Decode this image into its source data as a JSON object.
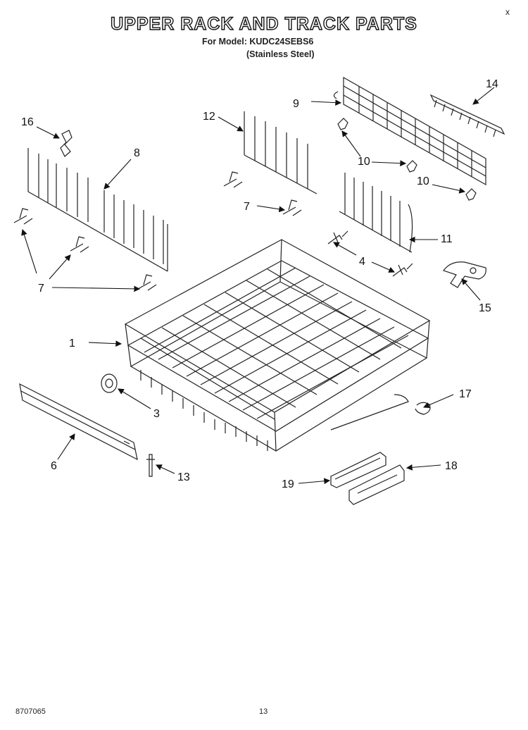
{
  "header": {
    "title": "UPPER RACK AND TRACK PARTS",
    "model_line": "For Model: KUDC24SEBS6",
    "finish_line": "(Stainless Steel)"
  },
  "corner_mark": "x",
  "callouts": {
    "c1": "1",
    "c3": "3",
    "c4": "4",
    "c6": "6",
    "c7a": "7",
    "c7b": "7",
    "c8": "8",
    "c9": "9",
    "c10a": "10",
    "c10b": "10",
    "c11": "11",
    "c12": "12",
    "c13": "13",
    "c14": "14",
    "c15": "15",
    "c16": "16",
    "c17": "17",
    "c18": "18",
    "c19": "19"
  },
  "footer": {
    "doc_number": "8707065",
    "page_number": "13"
  }
}
